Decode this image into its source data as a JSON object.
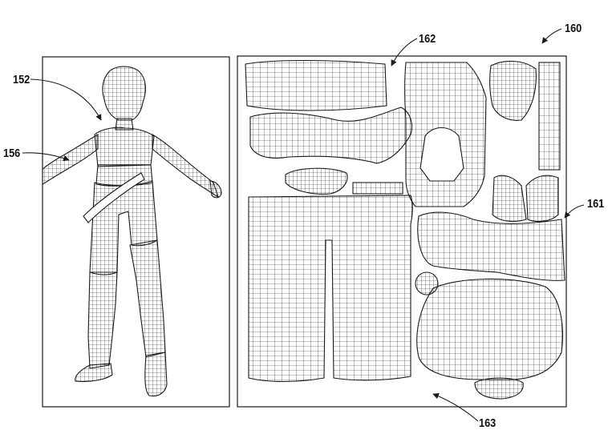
{
  "figure": {
    "labels": {
      "l160": "160",
      "l161": "161",
      "l162": "162",
      "l152": "152",
      "l156": "156",
      "l163": "163"
    },
    "panels": {
      "model_view": "3d-wireframe-character",
      "uv_view": "uv-texture-layout"
    },
    "colors": {
      "line": "#1a1a1a",
      "background": "#ffffff"
    }
  }
}
